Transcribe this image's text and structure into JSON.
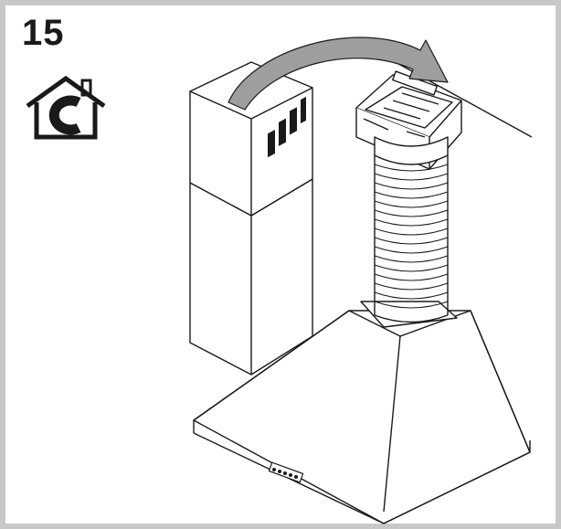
{
  "page": {
    "step_number": "15",
    "mode_icon": "house-recirculation-c-icon"
  },
  "illustration": {
    "icons": [
      "hood-canopy",
      "lower-chimney-section",
      "upper-chimney-section",
      "flexible-duct",
      "recirculation-filter-box",
      "ceiling-line",
      "move-arrow"
    ]
  },
  "colors": {
    "frame": "#c8c8c8",
    "line": "#1a1a1a",
    "arrow_fill": "#9e9e9e"
  }
}
